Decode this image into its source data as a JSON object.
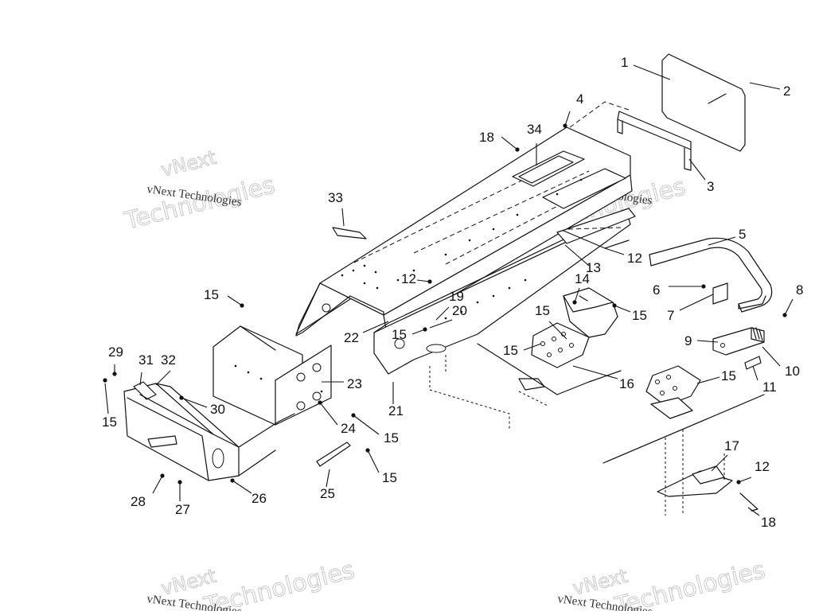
{
  "watermark": {
    "line1": "vNext Technologies",
    "big_word1": "vNext",
    "big_word2": "Technologies"
  },
  "callouts": [
    {
      "id": "c1",
      "label": "1"
    },
    {
      "id": "c2",
      "label": "2"
    },
    {
      "id": "c3",
      "label": "3"
    },
    {
      "id": "c4",
      "label": "4"
    },
    {
      "id": "c5",
      "label": "5"
    },
    {
      "id": "c6",
      "label": "6"
    },
    {
      "id": "c7",
      "label": "7"
    },
    {
      "id": "c8",
      "label": "8"
    },
    {
      "id": "c9",
      "label": "9"
    },
    {
      "id": "c10",
      "label": "10"
    },
    {
      "id": "c11",
      "label": "11"
    },
    {
      "id": "c12a",
      "label": "12"
    },
    {
      "id": "c12b",
      "label": "12"
    },
    {
      "id": "c12c",
      "label": "12"
    },
    {
      "id": "c13",
      "label": "13"
    },
    {
      "id": "c14",
      "label": "14"
    },
    {
      "id": "c15a",
      "label": "15"
    },
    {
      "id": "c15b",
      "label": "15"
    },
    {
      "id": "c15c",
      "label": "15"
    },
    {
      "id": "c15d",
      "label": "15"
    },
    {
      "id": "c15e",
      "label": "15"
    },
    {
      "id": "c15f",
      "label": "15"
    },
    {
      "id": "c15g",
      "label": "15"
    },
    {
      "id": "c15h",
      "label": "15"
    },
    {
      "id": "c15i",
      "label": "15"
    },
    {
      "id": "c15j",
      "label": "15"
    },
    {
      "id": "c16",
      "label": "16"
    },
    {
      "id": "c17",
      "label": "17"
    },
    {
      "id": "c18a",
      "label": "18"
    },
    {
      "id": "c18b",
      "label": "18"
    },
    {
      "id": "c19",
      "label": "19"
    },
    {
      "id": "c20",
      "label": "20"
    },
    {
      "id": "c21",
      "label": "21"
    },
    {
      "id": "c22",
      "label": "22"
    },
    {
      "id": "c23",
      "label": "23"
    },
    {
      "id": "c24",
      "label": "24"
    },
    {
      "id": "c25",
      "label": "25"
    },
    {
      "id": "c26",
      "label": "26"
    },
    {
      "id": "c27",
      "label": "27"
    },
    {
      "id": "c28",
      "label": "28"
    },
    {
      "id": "c29",
      "label": "29"
    },
    {
      "id": "c30",
      "label": "30"
    },
    {
      "id": "c31",
      "label": "31"
    },
    {
      "id": "c32",
      "label": "32"
    },
    {
      "id": "c33",
      "label": "33"
    },
    {
      "id": "c34",
      "label": "34"
    }
  ]
}
